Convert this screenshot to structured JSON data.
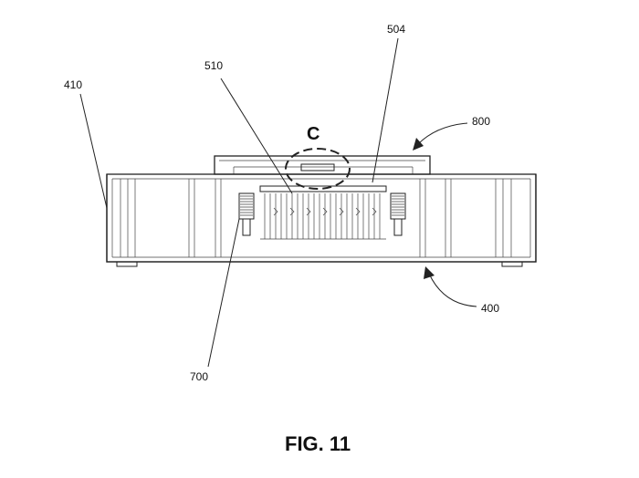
{
  "caption": "FIG. 11",
  "refs": {
    "r410": "410",
    "r510": "510",
    "r504": "504",
    "r800": "800",
    "r400": "400",
    "r700": "700",
    "detail": "C"
  }
}
